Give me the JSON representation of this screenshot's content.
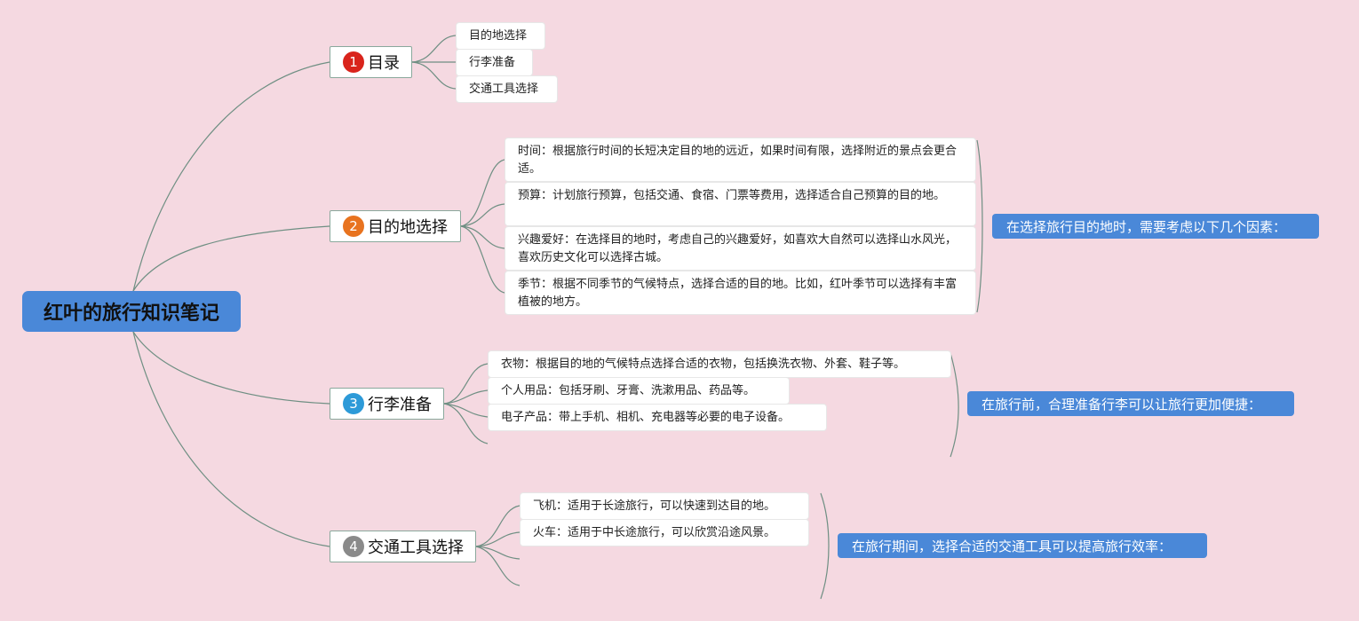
{
  "central": {
    "title": "红叶的旅行知识笔记"
  },
  "colors": {
    "background": "#f5d9e1",
    "central": "#4a88d8",
    "summary": "#4a88d8",
    "line": "#6f8f83",
    "badge_1": "#d9241c",
    "badge_2": "#e8731f",
    "badge_3": "#2d9ad8",
    "badge_4": "#8a8a8a"
  },
  "branches": [
    {
      "number": "1",
      "label": "目录",
      "children": [
        "目的地选择",
        "行李准备",
        "交通工具选择"
      ]
    },
    {
      "number": "2",
      "label": "目的地选择",
      "children": [
        "时间：根据旅行时间的长短决定目的地的远近，如果时间有限，选择附近的景点会更合适。",
        "预算：计划旅行预算，包括交通、食宿、门票等费用，选择适合自己预算的目的地。",
        "兴趣爱好：在选择目的地时，考虑自己的兴趣爱好，如喜欢大自然可以选择山水风光，喜欢历史文化可以选择古城。",
        "季节：根据不同季节的气候特点，选择合适的目的地。比如，红叶季节可以选择有丰富植被的地方。"
      ],
      "summary": "在选择旅行目的地时，需要考虑以下几个因素："
    },
    {
      "number": "3",
      "label": "行李准备",
      "children": [
        "衣物：根据目的地的气候特点选择合适的衣物，包括换洗衣物、外套、鞋子等。",
        "个人用品：包括牙刷、牙膏、洗漱用品、药品等。",
        "电子产品：带上手机、相机、充电器等必要的电子设备。"
      ],
      "summary": "在旅行前，合理准备行李可以让旅行更加便捷："
    },
    {
      "number": "4",
      "label": "交通工具选择",
      "children": [
        "飞机：适用于长途旅行，可以快速到达目的地。",
        "火车：适用于中长途旅行，可以欣赏沿途风景。"
      ],
      "summary": "在旅行期间，选择合适的交通工具可以提高旅行效率："
    }
  ]
}
